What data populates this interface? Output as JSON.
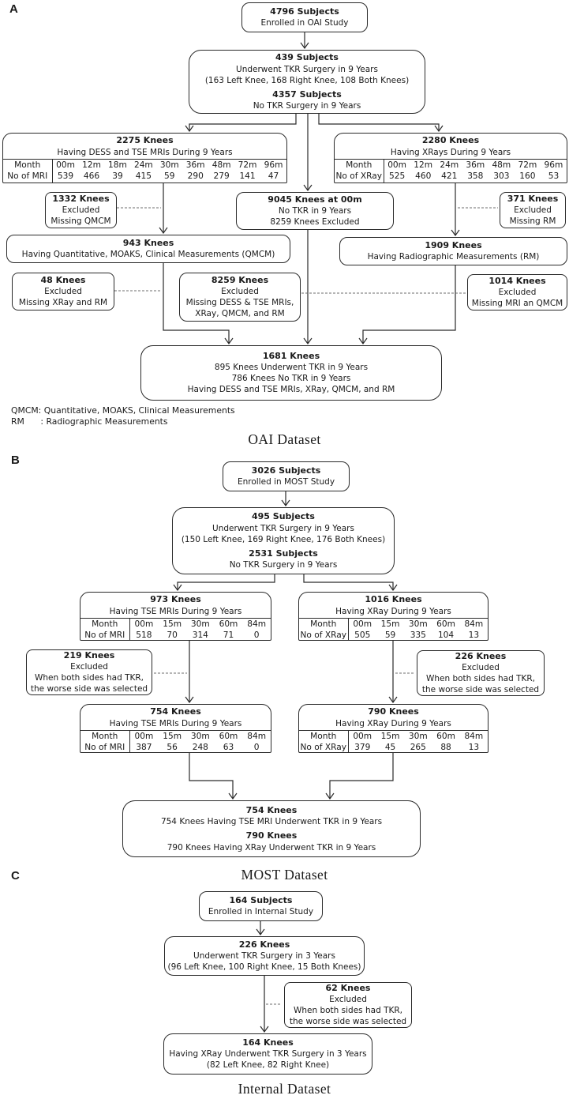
{
  "figure": {
    "panel_a": {
      "label": "A",
      "enrolled": {
        "groups": [
          {
            "head": "4796 Subjects",
            "lines": [
              "Enrolled in OAI Study"
            ]
          }
        ]
      },
      "split": {
        "groups": [
          {
            "head": "439 Subjects",
            "lines": [
              "Underwent TKR Surgery in 9 Years",
              "(163 Left Knee, 168 Right Knee, 108 Both Knees)"
            ]
          },
          {
            "head": "4357 Subjects",
            "lines": [
              "No TKR Surgery in 9 Years"
            ]
          }
        ]
      },
      "mri": {
        "groups": [
          {
            "head": "2275 Knees",
            "lines": [
              "Having DESS and TSE MRIs During 9 Years"
            ]
          }
        ],
        "table": {
          "rows": [
            [
              "Month",
              "00m",
              "12m",
              "18m",
              "24m",
              "30m",
              "36m",
              "48m",
              "72m",
              "96m"
            ],
            [
              "No of MRI",
              "539",
              "466",
              "39",
              "415",
              "59",
              "290",
              "279",
              "141",
              "47"
            ]
          ]
        }
      },
      "xray": {
        "groups": [
          {
            "head": "2280 Knees",
            "lines": [
              "Having XRays During 9 Years"
            ]
          }
        ],
        "table": {
          "rows": [
            [
              "Month",
              "00m",
              "12m",
              "24m",
              "36m",
              "48m",
              "72m",
              "96m"
            ],
            [
              "No of XRay",
              "525",
              "460",
              "421",
              "358",
              "303",
              "160",
              "53"
            ]
          ]
        }
      },
      "excl_qmcm": {
        "groups": [
          {
            "head": "1332 Knees",
            "lines": [
              "Excluded",
              "Missing QMCM"
            ]
          }
        ]
      },
      "no_tkr": {
        "groups": [
          {
            "head": "9045 Knees at 00m",
            "lines": [
              "No TKR in 9 Years",
              "8259 Knees Excluded"
            ]
          }
        ]
      },
      "excl_rm": {
        "groups": [
          {
            "head": "371 Knees",
            "lines": [
              "Excluded",
              "Missing RM"
            ]
          }
        ]
      },
      "qmcm": {
        "groups": [
          {
            "head": "943 Knees",
            "lines": [
              "Having Quantitative, MOAKS, Clinical Measurements (QMCM)"
            ]
          }
        ]
      },
      "rm": {
        "groups": [
          {
            "head": "1909 Knees",
            "lines": [
              "Having Radiographic Measurements (RM)"
            ]
          }
        ]
      },
      "excl_xray_rm": {
        "groups": [
          {
            "head": "48 Knees",
            "lines": [
              "Excluded",
              "Missing XRay and RM"
            ]
          }
        ]
      },
      "excl_all": {
        "groups": [
          {
            "head": "8259 Knees",
            "lines": [
              "Excluded",
              "Missing DESS & TSE MRIs,",
              "XRay, QMCM, and RM"
            ]
          }
        ]
      },
      "excl_mri_qmcm": {
        "groups": [
          {
            "head": "1014 Knees",
            "lines": [
              "Excluded",
              "Missing MRI an QMCM"
            ]
          }
        ]
      },
      "final": {
        "groups": [
          {
            "head": "1681 Knees",
            "lines": [
              "895 Knees Underwent TKR in 9 Years",
              "786 Knees No TKR in 9 Years",
              "Having DESS and TSE MRIs, XRay, QMCM, and RM"
            ]
          }
        ]
      },
      "footnote_qmcm": "QMCM: Quantitative, MOAKS, Clinical Measurements",
      "footnote_rm": "RM      : Radiographic Measurements",
      "dataset_label": "OAI Dataset"
    },
    "panel_b": {
      "label": "B",
      "enrolled": {
        "groups": [
          {
            "head": "3026 Subjects",
            "lines": [
              "Enrolled in MOST Study"
            ]
          }
        ]
      },
      "split": {
        "groups": [
          {
            "head": "495 Subjects",
            "lines": [
              "Underwent TKR Surgery in 9 Years",
              "(150 Left Knee, 169 Right Knee, 176 Both Knees)"
            ]
          },
          {
            "head": "2531 Subjects",
            "lines": [
              "No TKR Surgery in 9 Years"
            ]
          }
        ]
      },
      "tse1": {
        "groups": [
          {
            "head": "973 Knees",
            "lines": [
              "Having TSE MRIs During 9 Years"
            ]
          }
        ],
        "table": {
          "rows": [
            [
              "Month",
              "00m",
              "15m",
              "30m",
              "60m",
              "84m"
            ],
            [
              "No of MRI",
              "518",
              "70",
              "314",
              "71",
              "0"
            ]
          ]
        }
      },
      "xray1": {
        "groups": [
          {
            "head": "1016 Knees",
            "lines": [
              "Having XRay During 9 Years"
            ]
          }
        ],
        "table": {
          "rows": [
            [
              "Month",
              "00m",
              "15m",
              "30m",
              "60m",
              "84m"
            ],
            [
              "No of XRay",
              "505",
              "59",
              "335",
              "104",
              "13"
            ]
          ]
        }
      },
      "excl_left": {
        "groups": [
          {
            "head": "219 Knees",
            "lines": [
              "Excluded",
              "When both sides had TKR,",
              "the worse side was selected"
            ]
          }
        ]
      },
      "excl_right": {
        "groups": [
          {
            "head": "226 Knees",
            "lines": [
              "Excluded",
              "When both sides had TKR,",
              "the worse side was selected"
            ]
          }
        ]
      },
      "tse2": {
        "groups": [
          {
            "head": "754 Knees",
            "lines": [
              "Having TSE MRIs During 9 Years"
            ]
          }
        ],
        "table": {
          "rows": [
            [
              "Month",
              "00m",
              "15m",
              "30m",
              "60m",
              "84m"
            ],
            [
              "No of MRI",
              "387",
              "56",
              "248",
              "63",
              "0"
            ]
          ]
        }
      },
      "xray2": {
        "groups": [
          {
            "head": "790 Knees",
            "lines": [
              "Having XRay During 9 Years"
            ]
          }
        ],
        "table": {
          "rows": [
            [
              "Month",
              "00m",
              "15m",
              "30m",
              "60m",
              "84m"
            ],
            [
              "No of XRay",
              "379",
              "45",
              "265",
              "88",
              "13"
            ]
          ]
        }
      },
      "final": {
        "groups": [
          {
            "head": "754 Knees",
            "lines": [
              "754 Knees Having TSE MRI Underwent TKR in 9 Years"
            ]
          },
          {
            "head": "790 Knees",
            "lines": [
              "790 Knees Having XRay Underwent TKR in 9 Years"
            ]
          }
        ]
      },
      "dataset_label": "MOST Dataset"
    },
    "panel_c": {
      "label": "C",
      "enrolled": {
        "groups": [
          {
            "head": "164 Subjects",
            "lines": [
              "Enrolled in Internal Study"
            ]
          }
        ]
      },
      "tkr": {
        "groups": [
          {
            "head": "226 Knees",
            "lines": [
              "Underwent TKR Surgery in 3 Years",
              "(96 Left Knee, 100 Right Knee, 15 Both Knees)"
            ]
          }
        ]
      },
      "excl": {
        "groups": [
          {
            "head": "62 Knees",
            "lines": [
              "Excluded",
              "When both sides had TKR,",
              "the worse side was selected"
            ]
          }
        ]
      },
      "final": {
        "groups": [
          {
            "head": "164 Knees",
            "lines": [
              "Having XRay Underwent TKR Surgery in 3 Years",
              "(82 Left Knee, 82 Right Knee)"
            ]
          }
        ]
      },
      "dataset_label": "Internal Dataset"
    }
  }
}
